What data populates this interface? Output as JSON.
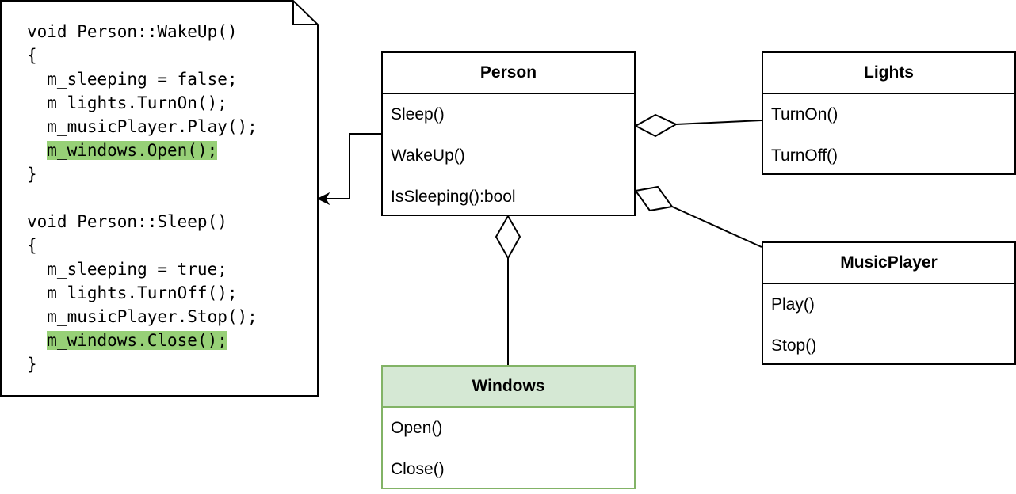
{
  "note": {
    "lines": [
      {
        "text": "void Person::WakeUp()",
        "highlight": false
      },
      {
        "text": "{",
        "highlight": false
      },
      {
        "text": "  m_sleeping = false;",
        "highlight": false
      },
      {
        "text": "  m_lights.TurnOn();",
        "highlight": false
      },
      {
        "text": "  m_musicPlayer.Play();",
        "highlight": false
      },
      {
        "text": "  m_windows.Open();",
        "highlight": true
      },
      {
        "text": "}",
        "highlight": false
      },
      {
        "text": "",
        "highlight": false
      },
      {
        "text": "void Person::Sleep()",
        "highlight": false
      },
      {
        "text": "{",
        "highlight": false
      },
      {
        "text": "  m_sleeping = true;",
        "highlight": false
      },
      {
        "text": "  m_lights.TurnOff();",
        "highlight": false
      },
      {
        "text": "  m_musicPlayer.Stop();",
        "highlight": false
      },
      {
        "text": "  m_windows.Close();",
        "highlight": true
      },
      {
        "text": "}",
        "highlight": false
      }
    ]
  },
  "classes": {
    "person": {
      "name": "Person",
      "members": [
        "Sleep()",
        "WakeUp()",
        "IsSleeping():bool"
      ]
    },
    "lights": {
      "name": "Lights",
      "members": [
        "TurnOn()",
        "TurnOff()"
      ]
    },
    "musicplayer": {
      "name": "MusicPlayer",
      "members": [
        "Play()",
        "Stop()"
      ]
    },
    "windows": {
      "name": "Windows",
      "members": [
        "Open()",
        "Close()"
      ]
    }
  },
  "colors": {
    "highlight": "#97d077",
    "windows_fill": "#d5e8d4",
    "windows_stroke": "#82b366"
  }
}
